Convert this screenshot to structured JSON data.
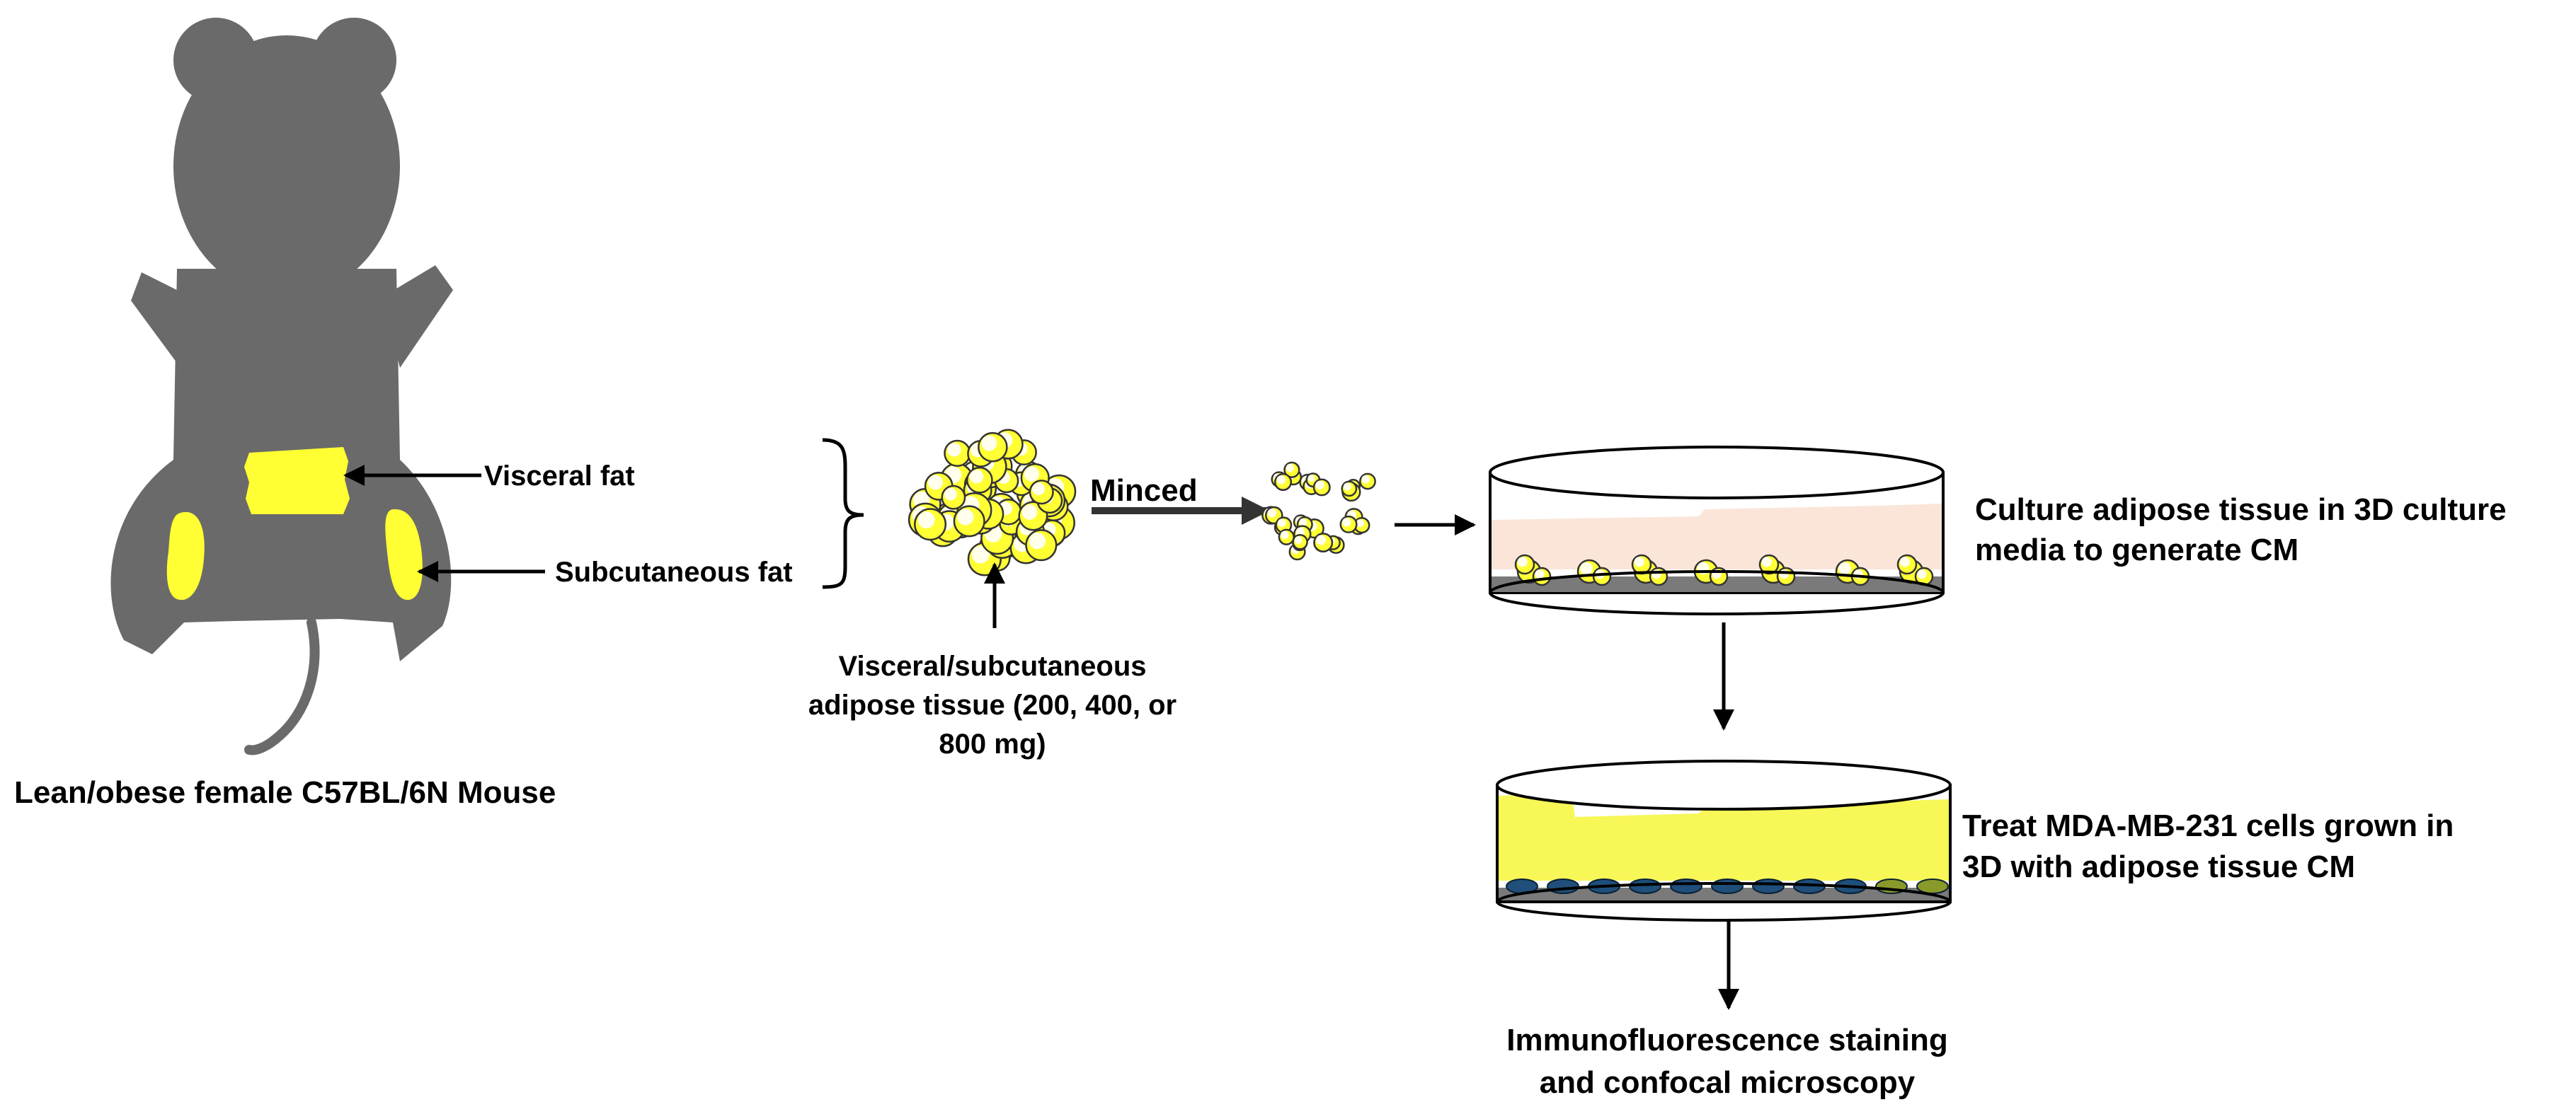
{
  "labels": {
    "visceral_fat": "Visceral fat",
    "subcutaneous_fat": "Subcutaneous fat",
    "mouse_caption": "Lean/obese female C57BL/6N Mouse",
    "minced": "Minced",
    "tissue_line1": "Visceral/subcutaneous",
    "tissue_line2": "adipose tissue (200, 400, or",
    "tissue_line3": "800 mg)",
    "culture_line1": "Culture adipose tissue in 3D culture",
    "culture_line2": "media to generate CM",
    "treat_line1": "Treat MDA-MB-231 cells grown in",
    "treat_line2": "3D with adipose tissue CM",
    "if_line1": "Immunofluorescence staining",
    "if_line2": "and confocal microscopy"
  },
  "colors": {
    "mouse": "#6b6a6a",
    "fat": "#ffff33",
    "culture_media": "#fbe5d9",
    "treatment_media": "#f7f757",
    "cells": "#1f4f7a",
    "dish_base": "#7a7a7a"
  }
}
